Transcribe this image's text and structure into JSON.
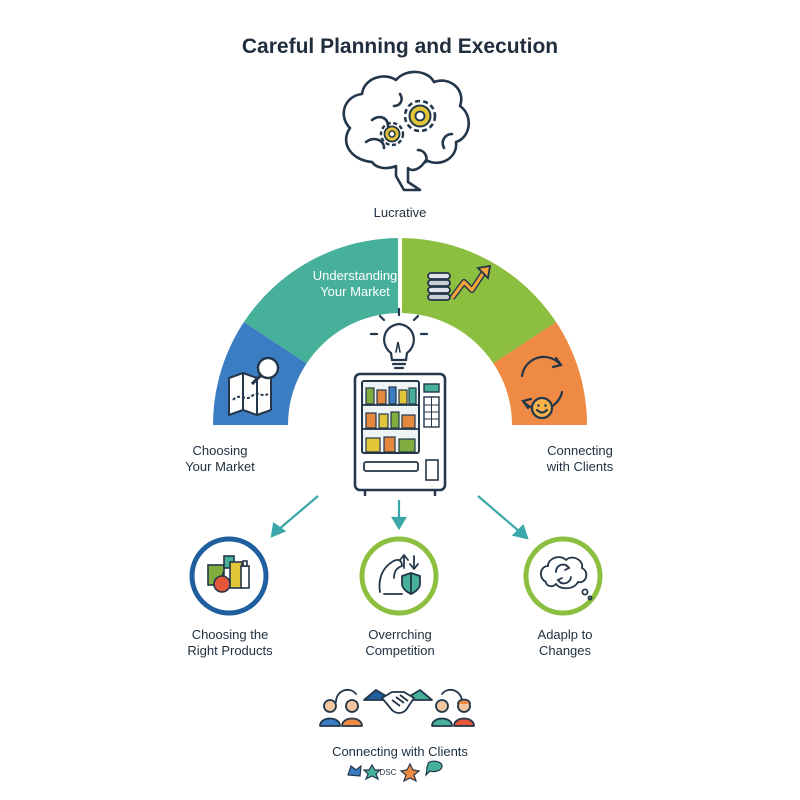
{
  "title": "Careful Planning and Execution",
  "top_label": "Lucrative",
  "arc": {
    "segments": [
      {
        "label": "",
        "color": "#3b7dc2",
        "icon": "map-search-icon"
      },
      {
        "label": "Understanding\nYour Market",
        "color": "#47b09b",
        "icon": ""
      },
      {
        "label": "",
        "color": "#8cbf3f",
        "icon": "coins-growth-icon"
      },
      {
        "label": "",
        "color": "#ef8a44",
        "icon": "cycle-smile-icon"
      }
    ]
  },
  "side_labels": {
    "left": "Choosing\nYour Market",
    "right": "Connecting\nwith Clients"
  },
  "center_icons": [
    "lightbulb-icon",
    "vending-machine-icon"
  ],
  "circles": [
    {
      "label": "Choosing the\nRight Products",
      "color": "#1f5f9f",
      "icon": "products-icon"
    },
    {
      "label": "Overrching\nCompetition",
      "color": "#8cbf3f",
      "icon": "strength-shield-icon"
    },
    {
      "label": "Adaplp to\nChanges",
      "color": "#8cbf3f",
      "icon": "thought-cycle-icon"
    }
  ],
  "bottom": {
    "label": "Connecting with Clients",
    "icons": [
      "people-handshake-icon"
    ],
    "footer_glyph_text": "DSC"
  },
  "colors": {
    "dark_outline": "#23364a",
    "arrow_teal": "#3aa7a8"
  }
}
